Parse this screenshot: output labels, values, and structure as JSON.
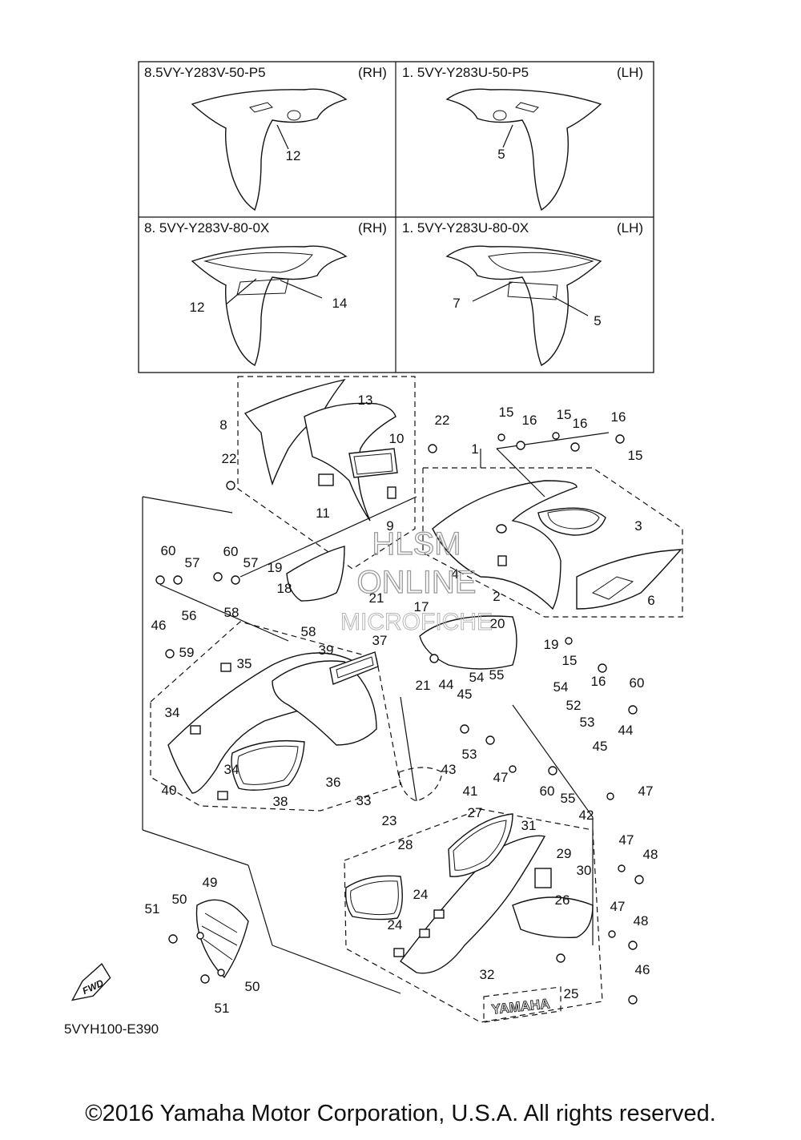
{
  "panels": [
    {
      "label": "8.5VY-Y283V-50-P5",
      "side": "(RH)",
      "callouts": [
        "12"
      ]
    },
    {
      "label": "1. 5VY-Y283U-50-P5",
      "side": "(LH)",
      "callouts": [
        "5"
      ]
    },
    {
      "label": "8. 5VY-Y283V-80-0X",
      "side": "(RH)",
      "callouts": [
        "12",
        "14"
      ]
    },
    {
      "label": "1. 5VY-Y283U-80-0X",
      "side": "(LH)",
      "callouts": [
        "7",
        "5"
      ]
    }
  ],
  "callouts": [
    "13",
    "8",
    "10",
    "22",
    "11",
    "9",
    "22",
    "1",
    "15",
    "16",
    "15",
    "16",
    "16",
    "15",
    "3",
    "6",
    "2",
    "60",
    "57",
    "60",
    "57",
    "19",
    "18",
    "21",
    "4",
    "20",
    "17",
    "46",
    "56",
    "58",
    "58",
    "59",
    "35",
    "39",
    "37",
    "19",
    "15",
    "16",
    "21",
    "44",
    "54",
    "55",
    "54",
    "45",
    "60",
    "52",
    "53",
    "34",
    "40",
    "34",
    "38",
    "36",
    "33",
    "43",
    "53",
    "41",
    "47",
    "60",
    "55",
    "45",
    "44",
    "42",
    "47",
    "23",
    "31",
    "27",
    "28",
    "29",
    "30",
    "47",
    "48",
    "24",
    "26",
    "47",
    "48",
    "24",
    "49",
    "50",
    "51",
    "50",
    "51",
    "32",
    "25",
    "46"
  ],
  "fwd_label": "FWD",
  "decal_text": "YAMAHA",
  "decal_small": "YAMAHA",
  "diagram_code": "5VYH100-E390",
  "watermark": [
    "HLSM",
    "ONLINE",
    "MICROFICHE"
  ],
  "copyright": "©2016 Yamaha Motor Corporation, U.S.A. All rights reserved."
}
